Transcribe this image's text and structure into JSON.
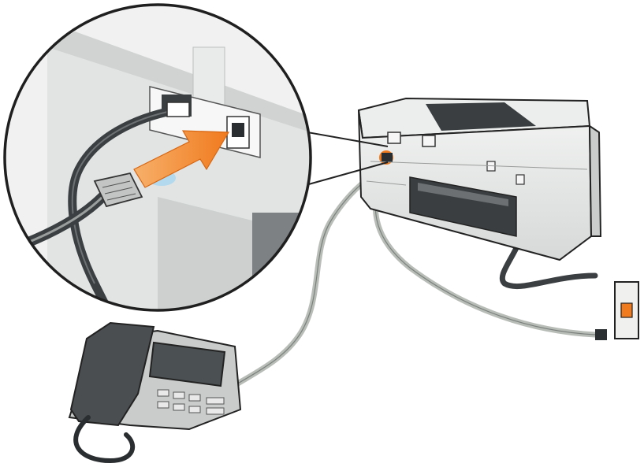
{
  "diagram": {
    "subject": "printer-phone-line-connection",
    "colors": {
      "accent_arrow": "#f07a1e",
      "cable_dark": "#3b3f42",
      "cable_light": "#b9bdb8",
      "device_body": "#e4e6e5",
      "device_shadow": "#c9ccca",
      "outline": "#222222"
    },
    "icons": [
      "magnifier-circle",
      "insert-arrow-icon",
      "rj11-plug-icon",
      "printer-fax",
      "telephone",
      "wall-jack",
      "power-cord"
    ]
  }
}
